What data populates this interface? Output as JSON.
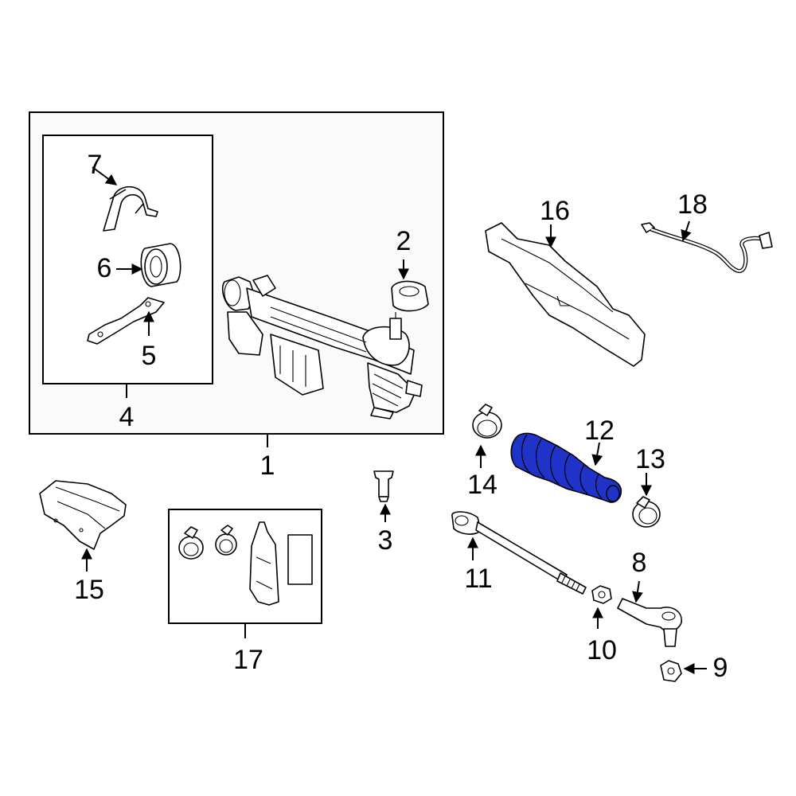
{
  "diagram": {
    "callouts": {
      "c1": "1",
      "c2": "2",
      "c3": "3",
      "c4": "4",
      "c5": "5",
      "c6": "6",
      "c7": "7",
      "c8": "8",
      "c9": "9",
      "c10": "10",
      "c11": "11",
      "c12": "12",
      "c13": "13",
      "c14": "14",
      "c15": "15",
      "c16": "16",
      "c17": "17",
      "c18": "18"
    },
    "colors": {
      "highlight": "#1f33c8",
      "line": "#000000",
      "frame_fill": "#fafafa",
      "background": "#ffffff"
    }
  }
}
